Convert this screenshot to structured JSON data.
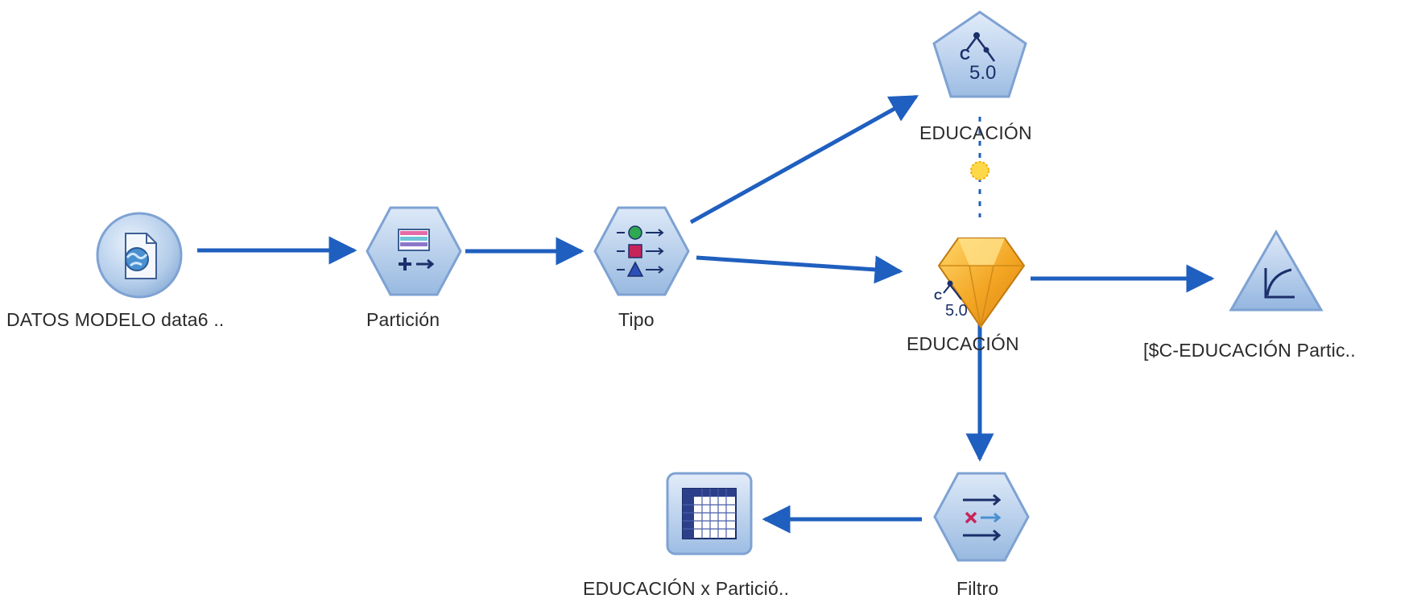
{
  "nodes": {
    "datos": {
      "label": "DATOS MODELO data6  ..",
      "icon": "file-source-icon"
    },
    "particion": {
      "label": "Partición",
      "icon": "partition-icon"
    },
    "tipo": {
      "label": "Tipo",
      "icon": "type-icon"
    },
    "c50_model": {
      "label": "EDUCACIÓN",
      "icon": "c50-tree-icon",
      "badge": "5.0"
    },
    "c50_nugget": {
      "label": "EDUCACIÓN",
      "icon": "model-nugget-icon",
      "badge": "5.0"
    },
    "analysis": {
      "label": "[$C-EDUCACIÓN Partic..",
      "icon": "evaluation-graph-icon"
    },
    "filtro": {
      "label": "Filtro",
      "icon": "filter-icon"
    },
    "table": {
      "label": "EDUCACIÓN x Partició..",
      "icon": "matrix-table-icon"
    }
  },
  "colors": {
    "link": "#1f5fbf",
    "node_fill": "#b9d0ee",
    "node_edge": "#7ea2d3",
    "nugget": "#f0a020"
  }
}
